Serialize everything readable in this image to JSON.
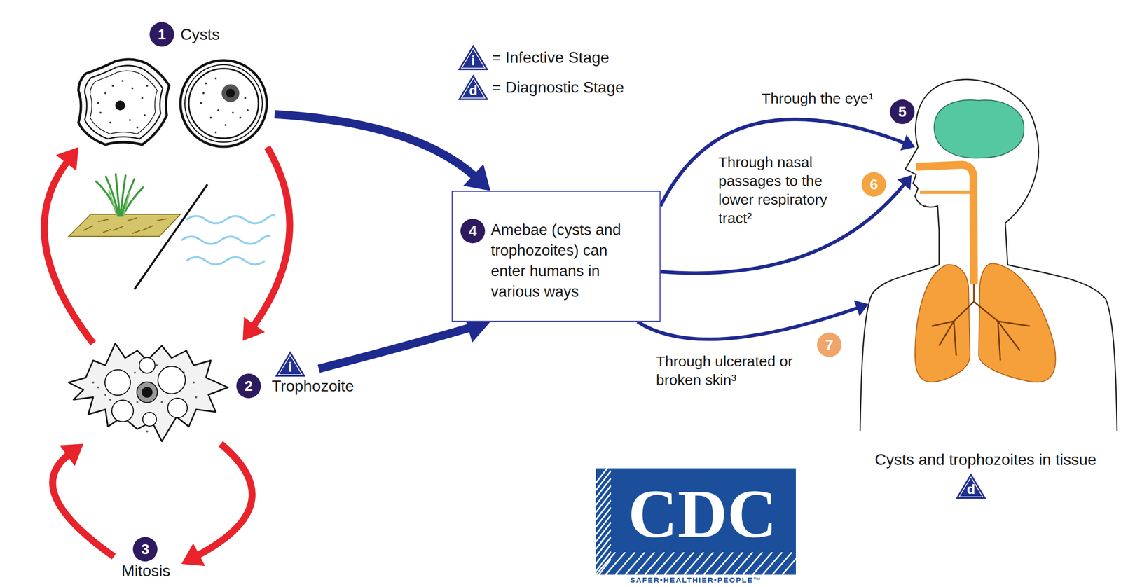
{
  "diagram": {
    "nodes": [
      {
        "text": [
          "1",
          "Cysts"
        ]
      },
      {
        "text": [
          "2",
          "Trophozoite"
        ]
      },
      {
        "text": [
          "3",
          "Mitosis"
        ]
      },
      {
        "text": [
          "4",
          "Amebae (cysts and trophozoites) can enter humans in various ways"
        ]
      },
      {
        "text": [
          "Cysts and trophozoites in tissue"
        ]
      }
    ],
    "edges": [
      {
        "from": 0,
        "to": 1,
        "arrow": "to"
      },
      {
        "from": 1,
        "to": 0,
        "arrow": "to"
      },
      {
        "from": 1,
        "to": 2,
        "arrow": "to"
      },
      {
        "from": 2,
        "to": 1,
        "arrow": "to"
      },
      {
        "from": 0,
        "to": 3,
        "arrow": "to"
      },
      {
        "from": 1,
        "to": 3,
        "arrow": "to"
      },
      {
        "from": 3,
        "to": 4,
        "label": "Through the eye¹",
        "arrow": "to"
      },
      {
        "from": 3,
        "to": 4,
        "label": "Through nasal passages to the lower respiratory tract²",
        "arrow": "to"
      },
      {
        "from": 3,
        "to": 4,
        "label": "Through ulcerated or broken skin³",
        "arrow": "to"
      }
    ],
    "labels": [
      "i",
      "d",
      "5",
      "6",
      "7",
      "i",
      "d",
      "CDC",
      "SAFER•HEALTHIER•PEOPLE™"
    ],
    "legend": [
      {
        "text": "= Infective Stage"
      },
      {
        "text": "= Diagnostic Stage"
      }
    ]
  }
}
